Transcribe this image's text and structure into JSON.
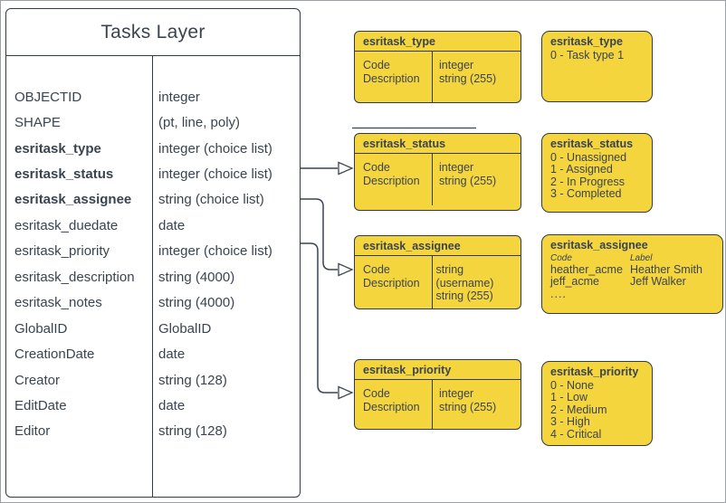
{
  "tasks_layer": {
    "title": "Tasks Layer",
    "fields": [
      {
        "name": "OBJECTID",
        "type": "integer",
        "bold": false
      },
      {
        "name": "SHAPE",
        "type": "(pt, line, poly)",
        "bold": false
      },
      {
        "name": "esritask_type",
        "type": "integer (choice list)",
        "bold": true
      },
      {
        "name": "esritask_status",
        "type": "integer (choice list)",
        "bold": true
      },
      {
        "name": "esritask_assignee",
        "type": "string (choice list)",
        "bold": true
      },
      {
        "name": "esritask_duedate",
        "type": "date",
        "bold": false
      },
      {
        "name": "esritask_priority",
        "type": "integer (choice list)",
        "bold": false
      },
      {
        "name": "esritask_description",
        "type": "string (4000)",
        "bold": false
      },
      {
        "name": "esritask_notes",
        "type": "string (4000)",
        "bold": false
      },
      {
        "name": "GlobalID",
        "type": "GlobalID",
        "bold": false
      },
      {
        "name": "CreationDate",
        "type": "date",
        "bold": false
      },
      {
        "name": "Creator",
        "type": "string (128)",
        "bold": false
      },
      {
        "name": "EditDate",
        "type": "date",
        "bold": false
      },
      {
        "name": "Editor",
        "type": "string (128)",
        "bold": false
      }
    ]
  },
  "field_tables": [
    {
      "title": "esritask_type",
      "rows": [
        {
          "label": "Code",
          "type": "integer"
        },
        {
          "label": "Description",
          "type": "string (255)"
        }
      ]
    },
    {
      "title": "esritask_status",
      "rows": [
        {
          "label": "Code",
          "type": "integer"
        },
        {
          "label": "Description",
          "type": "string (255)"
        }
      ]
    },
    {
      "title": "esritask_assignee",
      "rows": [
        {
          "label": "Code",
          "type": "string (username)"
        },
        {
          "label": "Description",
          "type": "string (255)"
        }
      ]
    },
    {
      "title": "esritask_priority",
      "rows": [
        {
          "label": "Code",
          "type": "integer"
        },
        {
          "label": "Description",
          "type": "string (255)"
        }
      ]
    }
  ],
  "domain_lists": [
    {
      "title": "esritask_type",
      "values": [
        "0 - Task type 1"
      ]
    },
    {
      "title": "esritask_status",
      "values": [
        "0 - Unassigned",
        "1 - Assigned",
        "2 - In Progress",
        "3 - Completed"
      ]
    },
    {
      "title": "esritask_assignee",
      "columns": {
        "code": "Code",
        "label": "Label"
      },
      "rows": [
        {
          "code": "heather_acme",
          "label": "Heather Smith"
        },
        {
          "code": "jeff_acme",
          "label": "Jeff Walker"
        }
      ],
      "more": "...."
    },
    {
      "title": "esritask_priority",
      "values": [
        "0 - None",
        "1 - Low",
        "2 - Medium",
        "3 - High",
        "4 - Critical"
      ]
    }
  ],
  "colors": {
    "shape_fill_yellow": "#F4D53D",
    "shape_border": "#2F3B4A",
    "text": "#3A4450",
    "frame": "#9AA0A6"
  }
}
